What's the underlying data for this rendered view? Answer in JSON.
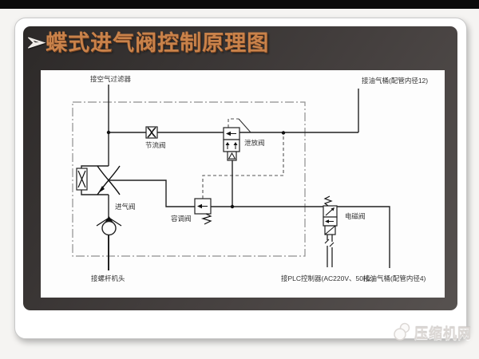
{
  "slide": {
    "bullet": "➢",
    "title": "蝶式进气阀控制原理图"
  },
  "diagram": {
    "labels": {
      "air_filter": "接空气过滤器",
      "oil_gas_tank_12": "接油气桶(配管内径12)",
      "throttle_valve": "节流阀",
      "relief_valve": "泄放阀",
      "intake_valve": "进气阀",
      "capacity_valve": "容调阀",
      "solenoid_valve": "电磁阀",
      "screw_airend": "接螺杆机头",
      "plc_controller": "接PLC控制器(AC220V、50Hz)",
      "oil_gas_tank_4": "接油气桶(配管内径4)"
    }
  },
  "watermark": {
    "text": "压缩机网"
  },
  "colors": {
    "title_accent": "#c9824a",
    "slide_background": "#403c3b",
    "schematic_line": "#222222",
    "enclosure_line": "#8f8f8f"
  }
}
